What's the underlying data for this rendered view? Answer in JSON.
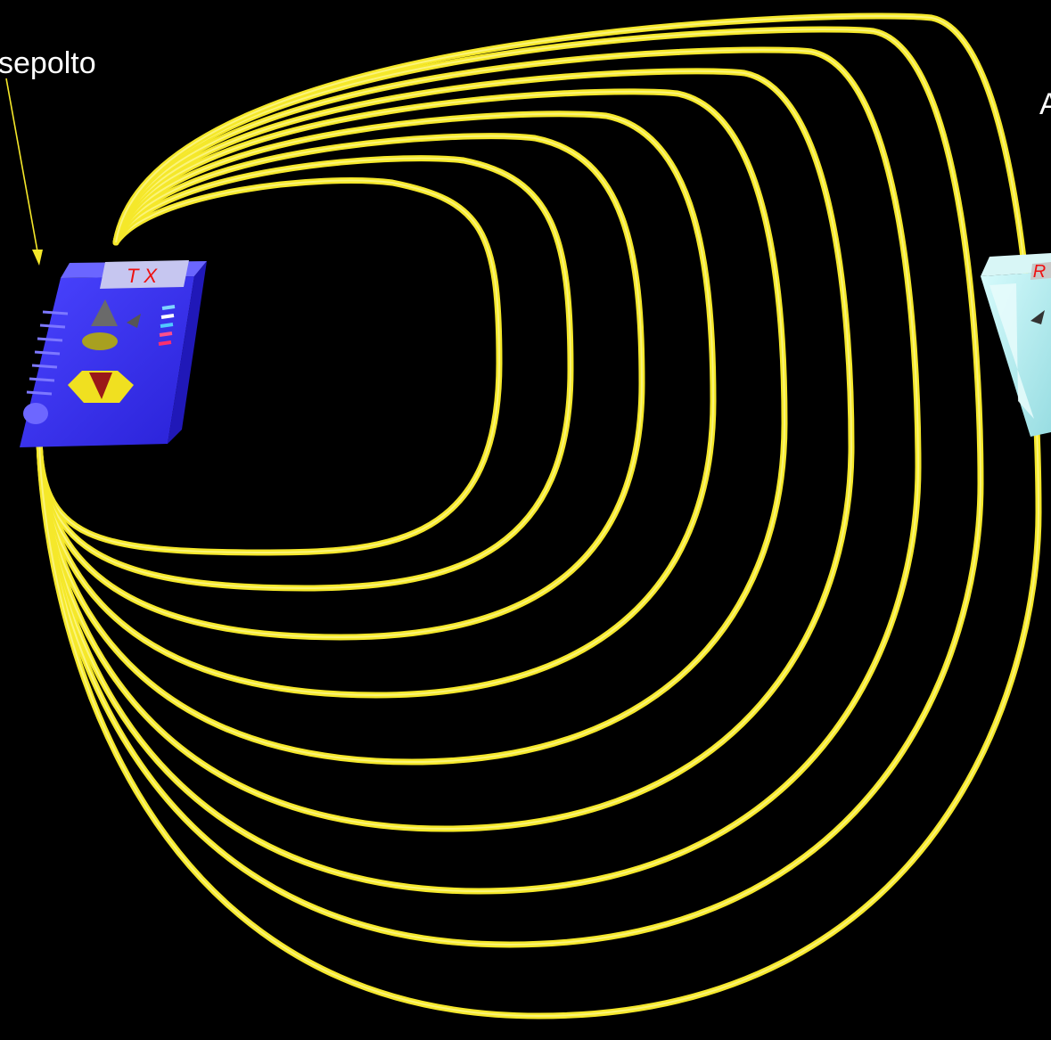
{
  "labels": {
    "buried": "sepolto",
    "right_partial": "A"
  },
  "transmitter": {
    "text": "TX"
  },
  "receiver": {
    "text": "R"
  },
  "colors": {
    "background": "#000000",
    "field_lines": "#f5e82a",
    "transmitter_body": "#3a2ff0",
    "receiver_body": "#b9eef0",
    "arrow": "#f5e82a"
  }
}
